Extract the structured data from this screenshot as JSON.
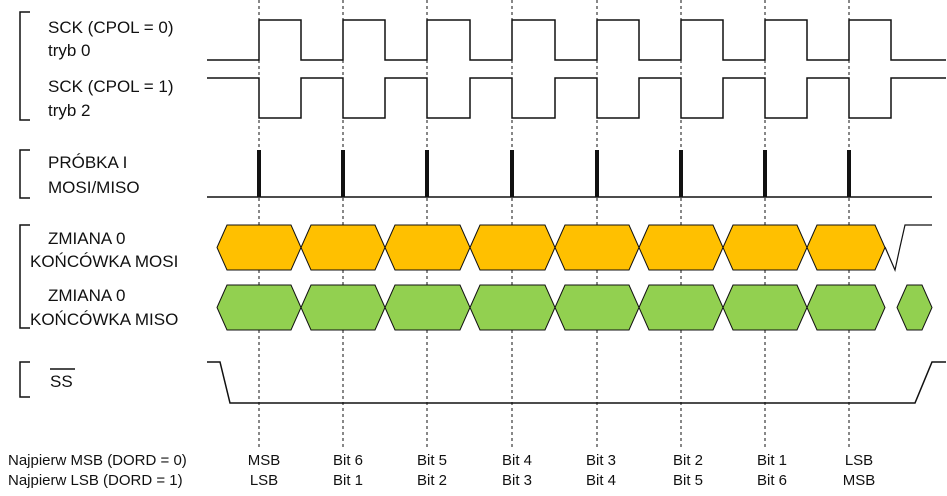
{
  "labels": {
    "sck0_line1": "SCK (CPOL = 0)",
    "sck0_line2": "tryb 0",
    "sck1_line1": "SCK (CPOL = 1)",
    "sck1_line2": "tryb 2",
    "sample_line1": "PRÓBKA I",
    "sample_line2": "MOSI/MISO",
    "mosi_line1": "ZMIANA 0",
    "mosi_line2": "KOŃCÓWKA MOSI",
    "miso_line1": "ZMIANA 0",
    "miso_line2": "KOŃCÓWKA MISO",
    "ss": "SS"
  },
  "bit_order": {
    "msb_first_label": "Najpierw MSB (DORD = 0)",
    "lsb_first_label": "Najpierw LSB (DORD = 1)",
    "msb_first_bits": [
      "MSB",
      "Bit 6",
      "Bit 5",
      "Bit 4",
      "Bit 3",
      "Bit 2",
      "Bit 1",
      "LSB"
    ],
    "lsb_first_bits": [
      "LSB",
      "Bit 1",
      "Bit 2",
      "Bit 3",
      "Bit 4",
      "Bit 5",
      "Bit 6",
      "MSB"
    ]
  },
  "colors": {
    "mosi": "#ffc000",
    "miso": "#92d050",
    "line": "#111111",
    "background": "#ffffff"
  }
}
